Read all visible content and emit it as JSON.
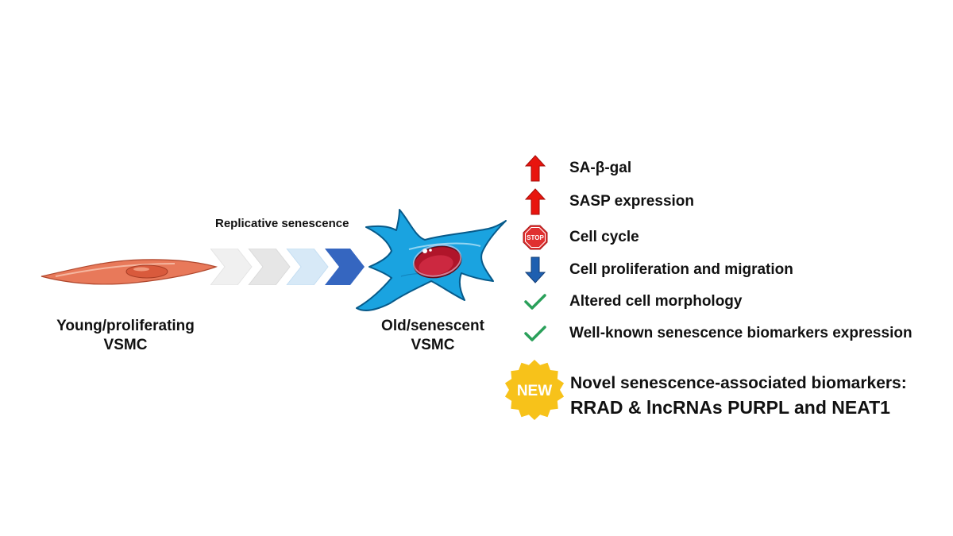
{
  "young_cell": {
    "label_line1": "Young/proliferating",
    "label_line2": "VSMC"
  },
  "process": {
    "label": "Replicative senescence"
  },
  "old_cell": {
    "label_line1": "Old/senescent",
    "label_line2": "VSMC"
  },
  "features": [
    {
      "icon": "up-arrow-icon",
      "text": "SA-β-gal"
    },
    {
      "icon": "up-arrow-icon",
      "text": "SASP expression"
    },
    {
      "icon": "stop-sign-icon",
      "text": "Cell cycle",
      "icon_text": "STOP"
    },
    {
      "icon": "down-arrow-icon",
      "text": "Cell proliferation and migration"
    },
    {
      "icon": "checkmark-icon",
      "text": "Altered cell morphology"
    },
    {
      "icon": "checkmark-icon",
      "text": "Well-known senescence biomarkers expression"
    }
  ],
  "novel": {
    "badge": "NEW",
    "line1": "Novel senescence-associated biomarkers:",
    "line2": "RRAD & lncRNAs PURPL and NEAT1"
  },
  "colors": {
    "young_cell": "#e8795a",
    "old_cell": "#1aa3e0",
    "nucleus": "#b0152a",
    "up_arrow": "#e8150e",
    "down_arrow": "#1e5fb0",
    "stop": "#e03030",
    "check": "#2aa05a",
    "badge": "#f7c21a",
    "chevron_dark": "#3566c0"
  }
}
